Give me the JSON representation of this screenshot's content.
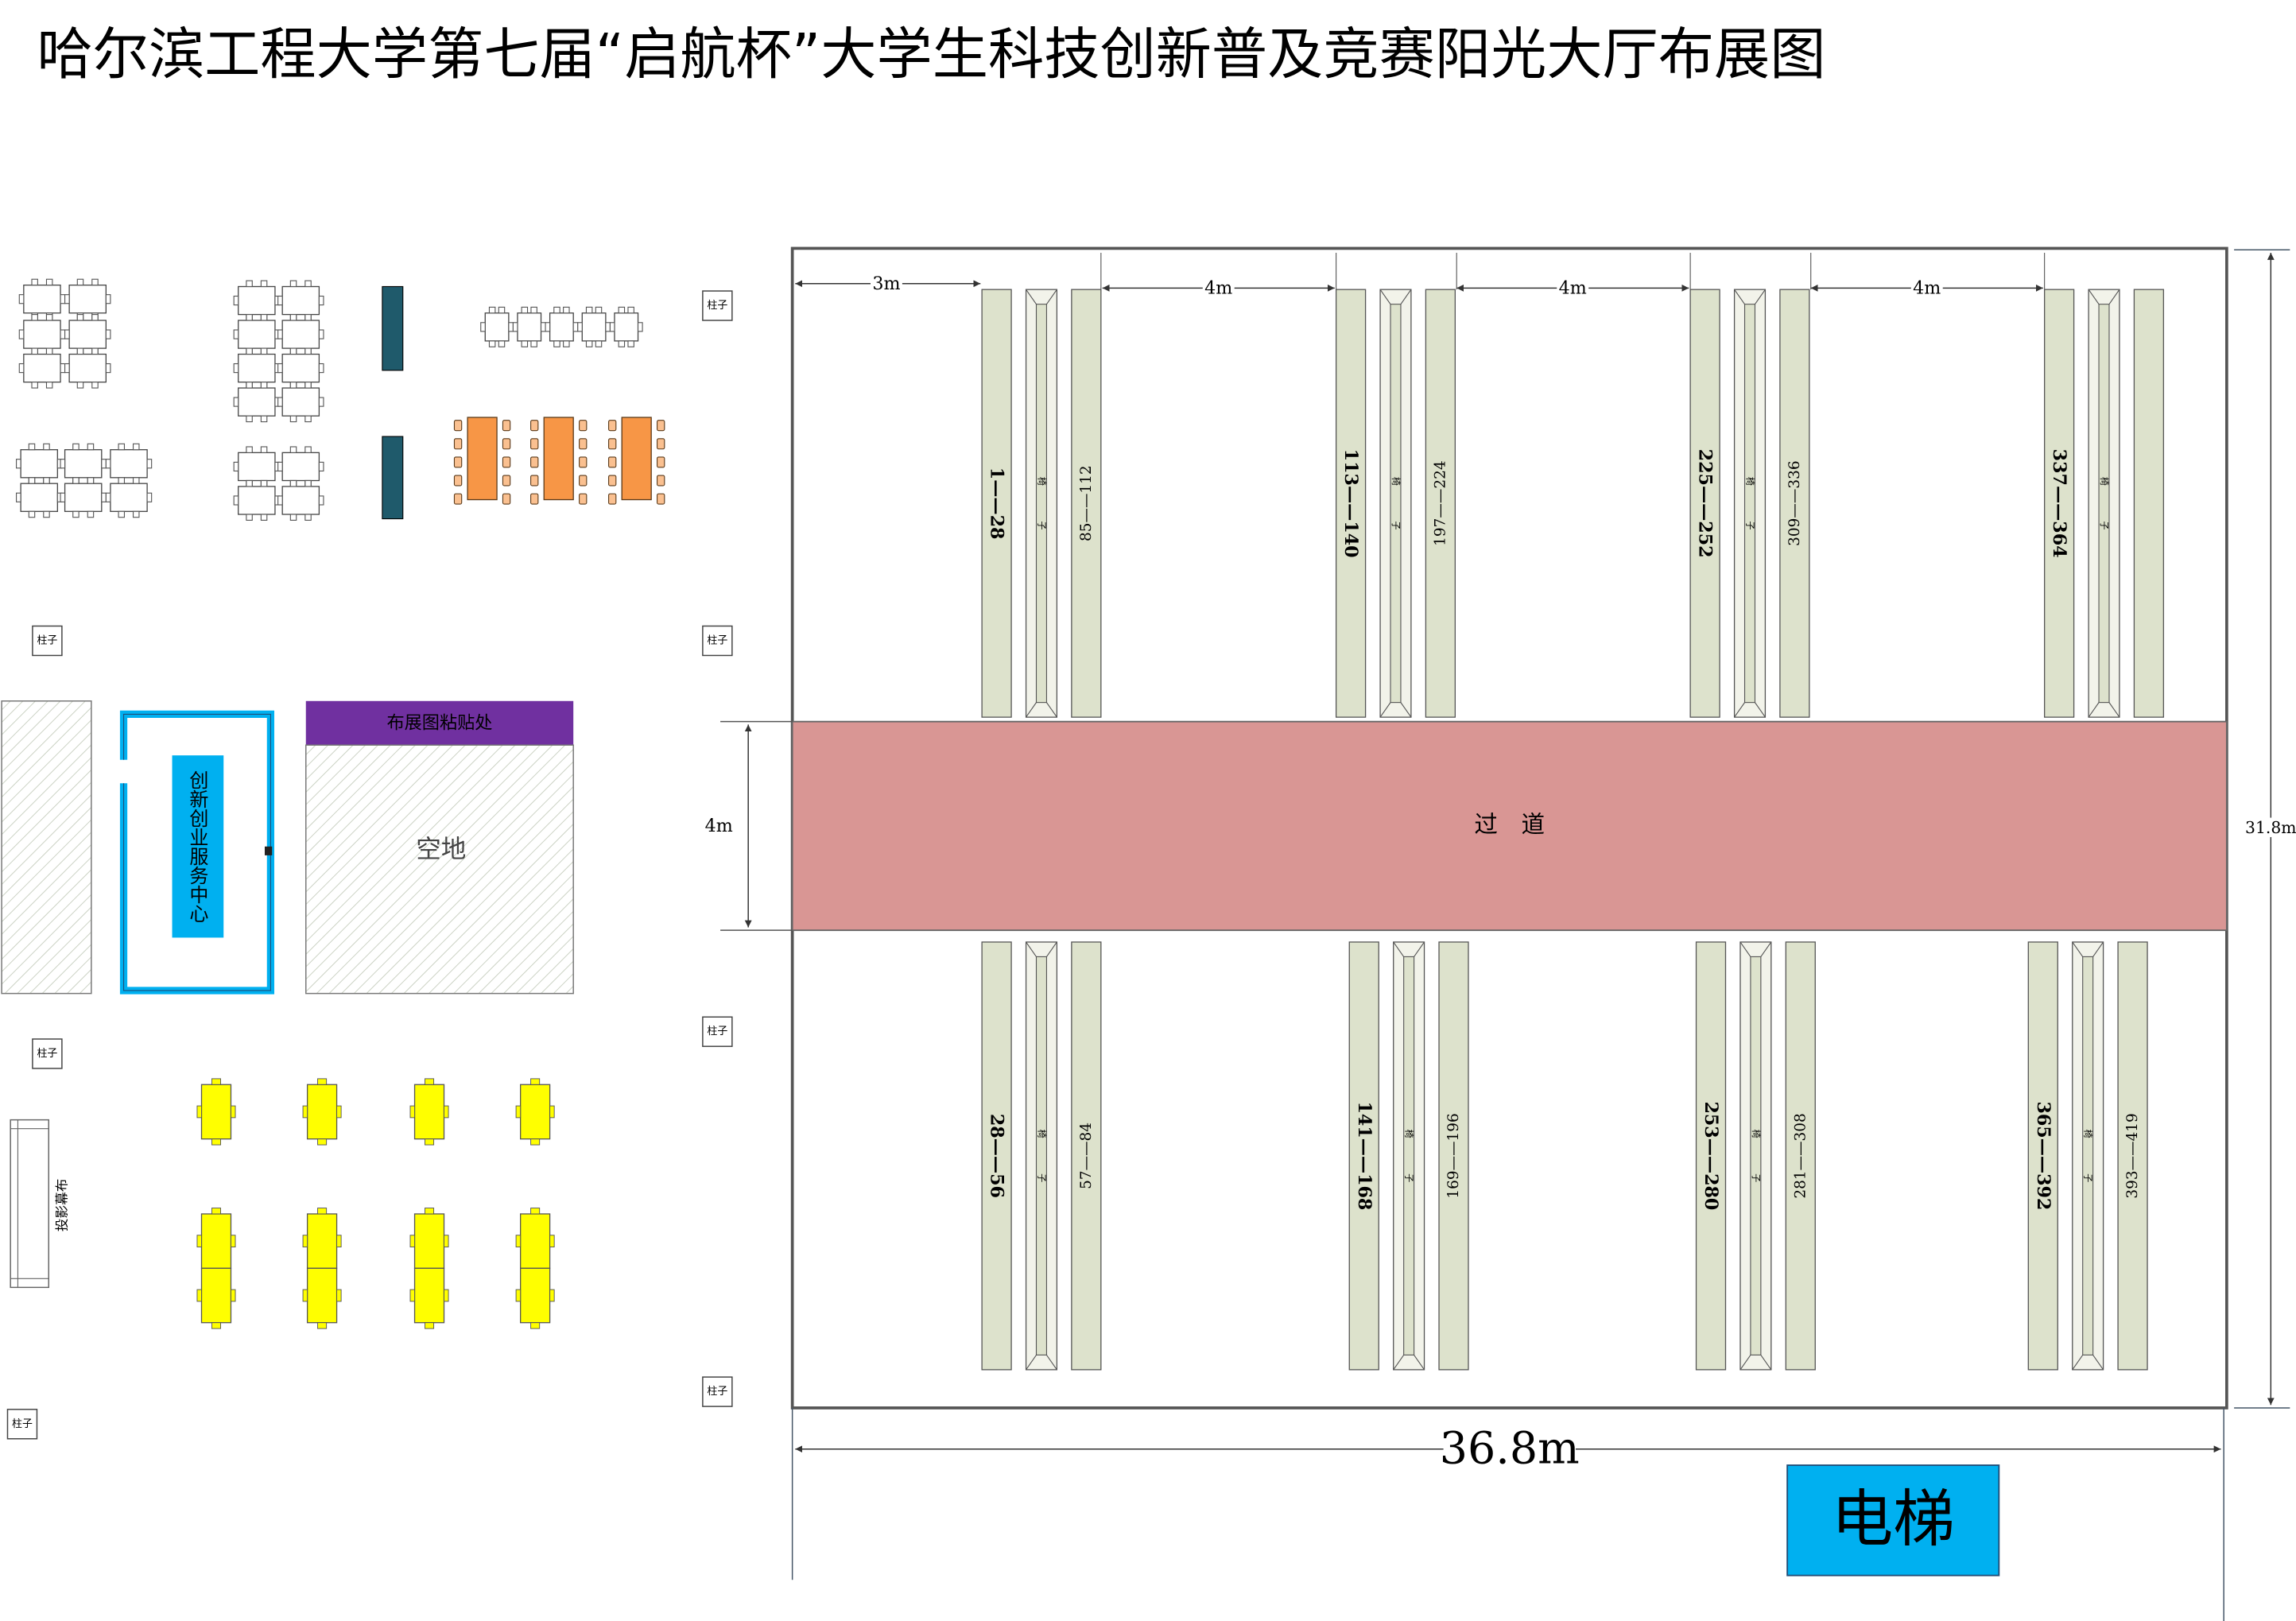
{
  "title": "哈尔滨工程大学第七届“启航杯”大学生科技创新普及竞赛阳光大厅布展图",
  "corridor_label": "过　道",
  "pillar_label": "柱子",
  "chair_label_top": "椅",
  "chair_label_bottom": "子",
  "dimensions": {
    "left_gap": "3m",
    "column_gap": "4m",
    "corridor_width": "4m",
    "hall_height": "31.8m",
    "hall_width": "36.8m"
  },
  "elevator_label": "电梯",
  "innovation_center_label": "创新创业服务中心",
  "poster_area_label": "布展图粘贴处",
  "empty_area_label": "空地",
  "projection_screen_label": "投影幕布",
  "booths_top": [
    {
      "left": "1——28",
      "right": "85——112"
    },
    {
      "left": "113——140",
      "right": "197——224"
    },
    {
      "left": "225——252",
      "right": "309——336"
    },
    {
      "left": "337——364",
      "right": ""
    }
  ],
  "booths_bottom": [
    {
      "left": "28——56",
      "right": "57——84"
    },
    {
      "left": "141——168",
      "right": "169——196"
    },
    {
      "left": "253——280",
      "right": "281——308"
    },
    {
      "left": "365——392",
      "right": "393——419"
    }
  ],
  "colors": {
    "corridor": "#d99694",
    "booth": "#dde2cc",
    "elevator": "#00b0f0",
    "purple": "#7030a0",
    "teal": "#1f5a6b",
    "orange": "#f79646",
    "yellow": "#ffff00"
  }
}
